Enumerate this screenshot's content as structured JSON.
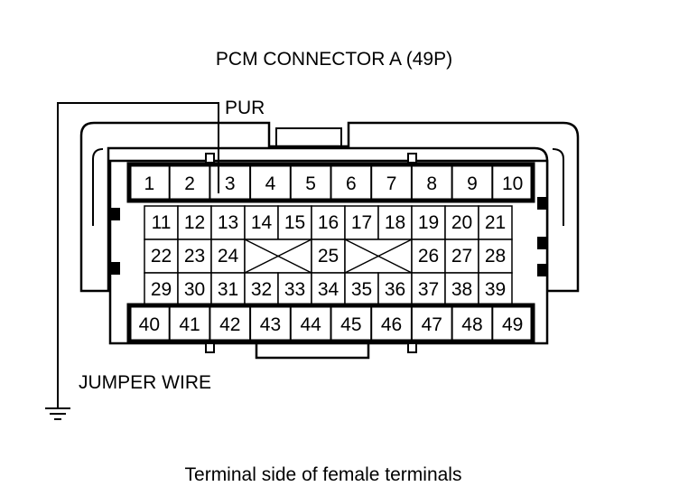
{
  "title": "PCM CONNECTOR A (49P)",
  "wire_color_label": "PUR",
  "jumper_label": "JUMPER WIRE",
  "caption": "Terminal side of female terminals",
  "rows": [
    [
      "1",
      "2",
      "3",
      "4",
      "5",
      "6",
      "7",
      "8",
      "9",
      "10"
    ],
    [
      "11",
      "12",
      "13",
      "14",
      "15",
      "16",
      "17",
      "18",
      "19",
      "20",
      "21"
    ],
    [
      "22",
      "23",
      "24",
      "",
      "",
      "25",
      "",
      "",
      "26",
      "27",
      "28"
    ],
    [
      "29",
      "30",
      "31",
      "32",
      "33",
      "34",
      "35",
      "36",
      "37",
      "38",
      "39"
    ],
    [
      "40",
      "41",
      "42",
      "43",
      "44",
      "45",
      "46",
      "47",
      "48",
      "49"
    ]
  ],
  "blank_cells_crossed": true,
  "probed_terminal": "3",
  "colors": {
    "line": "#000000",
    "background": "#ffffff"
  }
}
